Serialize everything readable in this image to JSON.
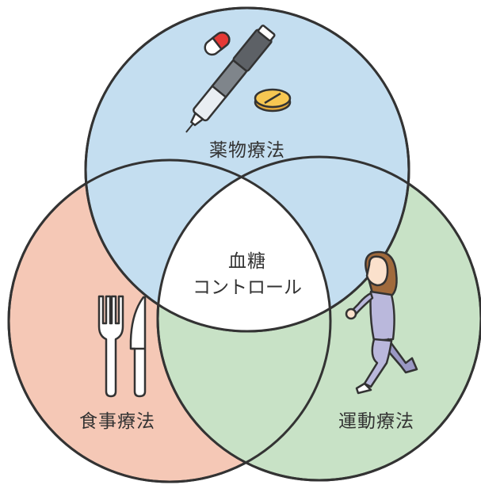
{
  "circles": {
    "top": {
      "label": "薬物療法",
      "fill": "#c4def0"
    },
    "left": {
      "label": "食事療法",
      "fill": "#f5c8b6"
    },
    "right": {
      "label": "運動療法",
      "fill": "#c8e2c6"
    }
  },
  "center": {
    "line1": "血糖",
    "line2": "コントロール",
    "fill": "#ffffff"
  },
  "stroke_color": "#333333",
  "icons": {
    "top": [
      "capsule-icon",
      "insulin-pen-icon",
      "tablet-icon"
    ],
    "left": [
      "fork-icon",
      "knife-icon"
    ],
    "right": [
      "running-woman-icon"
    ]
  }
}
